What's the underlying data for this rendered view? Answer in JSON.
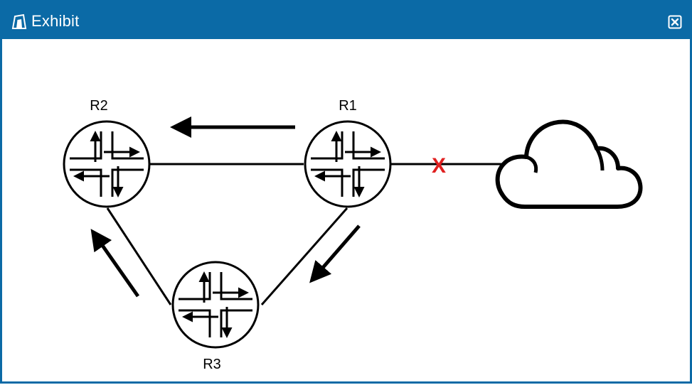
{
  "window": {
    "title": "Exhibit",
    "title_bar_color": "#0b6aa6",
    "title_icon": "exhibit-icon",
    "close_icon": "close-icon"
  },
  "diagram": {
    "routers": [
      {
        "id": "R2",
        "label": "R2"
      },
      {
        "id": "R1",
        "label": "R1"
      },
      {
        "id": "R3",
        "label": "R3"
      }
    ],
    "cloud": {
      "icon": "cloud-icon"
    },
    "failed_link": {
      "symbol": "X",
      "color": "#e02020",
      "between": [
        "R1",
        "cloud"
      ]
    },
    "links": [
      {
        "from": "R2",
        "to": "R1"
      },
      {
        "from": "R1",
        "to": "R3"
      },
      {
        "from": "R3",
        "to": "R2"
      },
      {
        "from": "R1",
        "to": "cloud"
      }
    ],
    "traffic_flow": [
      {
        "from": "R1",
        "to": "R2"
      },
      {
        "from": "R1",
        "to": "R3"
      },
      {
        "from": "R3",
        "to": "R2"
      }
    ]
  }
}
